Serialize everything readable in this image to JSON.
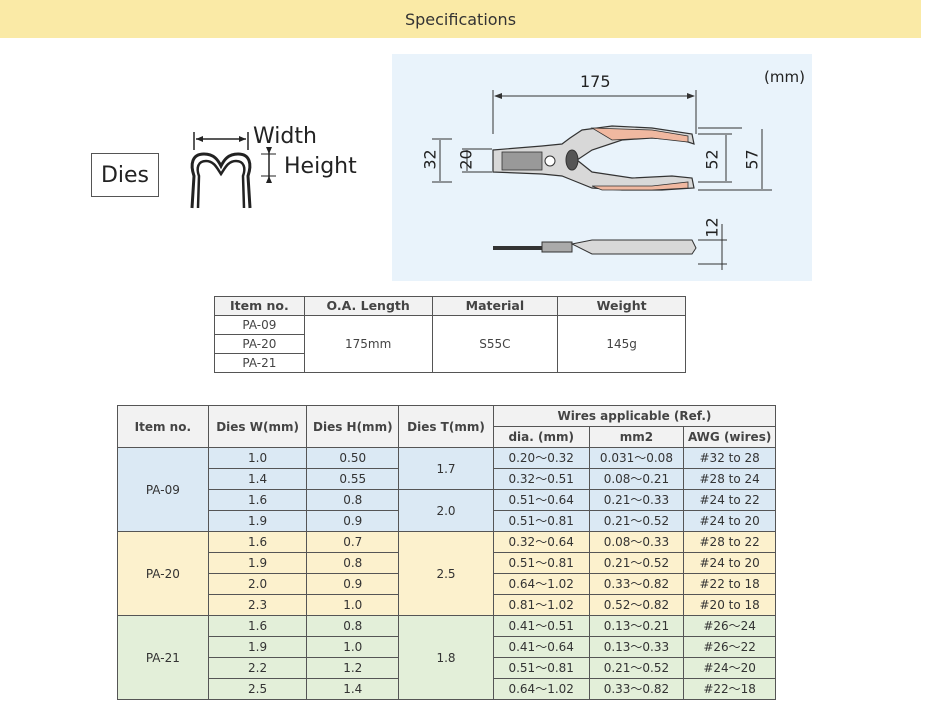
{
  "header": {
    "title": "Specifications"
  },
  "dies_figure": {
    "box_label": "Dies",
    "width_label": "Width",
    "height_label": "Height"
  },
  "dimension_figure": {
    "unit": "(mm)",
    "length": "175",
    "jaw_outer": "32",
    "jaw_inner": "20",
    "handle_inner": "52",
    "handle_outer": "57",
    "thickness": "12"
  },
  "spec_table": {
    "headers": [
      "Item no.",
      "O.A. Length",
      "Material",
      "Weight"
    ],
    "items": [
      "PA-09",
      "PA-20",
      "PA-21"
    ],
    "length": "175mm",
    "material": "S55C",
    "weight": "145g"
  },
  "wire_table": {
    "headers": {
      "item": "Item no.",
      "dies_w": "Dies W(mm)",
      "dies_h": "Dies H(mm)",
      "dies_t": "Dies T(mm)",
      "wires": "Wires applicable (Ref.)",
      "dia": "dia. (mm)",
      "mm2": "mm2",
      "awg": "AWG (wires)"
    },
    "groups": [
      {
        "item": "PA-09",
        "color": "#dbe9f4",
        "t": [
          {
            "value": "1.7",
            "span": 2
          },
          {
            "value": "2.0",
            "span": 2
          }
        ],
        "rows": [
          [
            "1.0",
            "0.50",
            "0.20～0.32",
            "0.031～0.08",
            "#32 to 28"
          ],
          [
            "1.4",
            "0.55",
            "0.32～0.51",
            "0.08～0.21",
            "#28 to 24"
          ],
          [
            "1.6",
            "0.8",
            "0.51～0.64",
            "0.21～0.33",
            "#24 to 22"
          ],
          [
            "1.9",
            "0.9",
            "0.51～0.81",
            "0.21～0.52",
            "#24 to 20"
          ]
        ]
      },
      {
        "item": "PA-20",
        "color": "#fcf1cd",
        "t": [
          {
            "value": "2.5",
            "span": 4
          }
        ],
        "rows": [
          [
            "1.6",
            "0.7",
            "0.32～0.64",
            "0.08～0.33",
            "#28 to 22"
          ],
          [
            "1.9",
            "0.8",
            "0.51～0.81",
            "0.21～0.52",
            "#24 to 20"
          ],
          [
            "2.0",
            "0.9",
            "0.64～1.02",
            "0.33～0.82",
            "#22 to 18"
          ],
          [
            "2.3",
            "1.0",
            "0.81～1.02",
            "0.52～0.82",
            "#20 to 18"
          ]
        ]
      },
      {
        "item": "PA-21",
        "color": "#e3efd9",
        "t": [
          {
            "value": "1.8",
            "span": 4
          }
        ],
        "rows": [
          [
            "1.6",
            "0.8",
            "0.41～0.51",
            "0.13～0.21",
            "#26～24"
          ],
          [
            "1.9",
            "1.0",
            "0.41～0.64",
            "0.13～0.33",
            "#26～22"
          ],
          [
            "2.2",
            "1.2",
            "0.51～0.81",
            "0.21～0.52",
            "#24～20"
          ],
          [
            "2.5",
            "1.4",
            "0.64～1.02",
            "0.33～0.82",
            "#22～18"
          ]
        ]
      }
    ]
  }
}
